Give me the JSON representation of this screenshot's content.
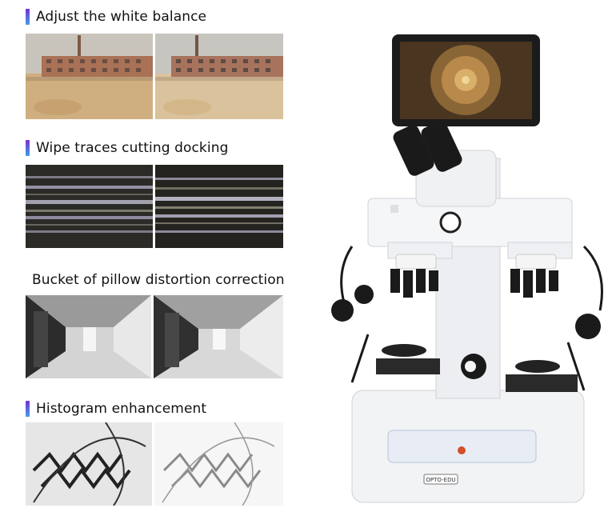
{
  "sections": [
    {
      "title": "Adjust the white balance"
    },
    {
      "title": "Wipe traces cutting docking"
    },
    {
      "title": "Bucket of pillow distortion correction"
    },
    {
      "title": "Histogram enhancement"
    }
  ],
  "product": {
    "brand_label": "OPTO-EDU",
    "tablet_screen": "metal-sample-image"
  },
  "colors": {
    "heading_bar_top": "#7a2bd6",
    "heading_bar_bottom": "#3fa0e8",
    "body_white": "#f2f3f5",
    "black_parts": "#1a1a1a"
  }
}
